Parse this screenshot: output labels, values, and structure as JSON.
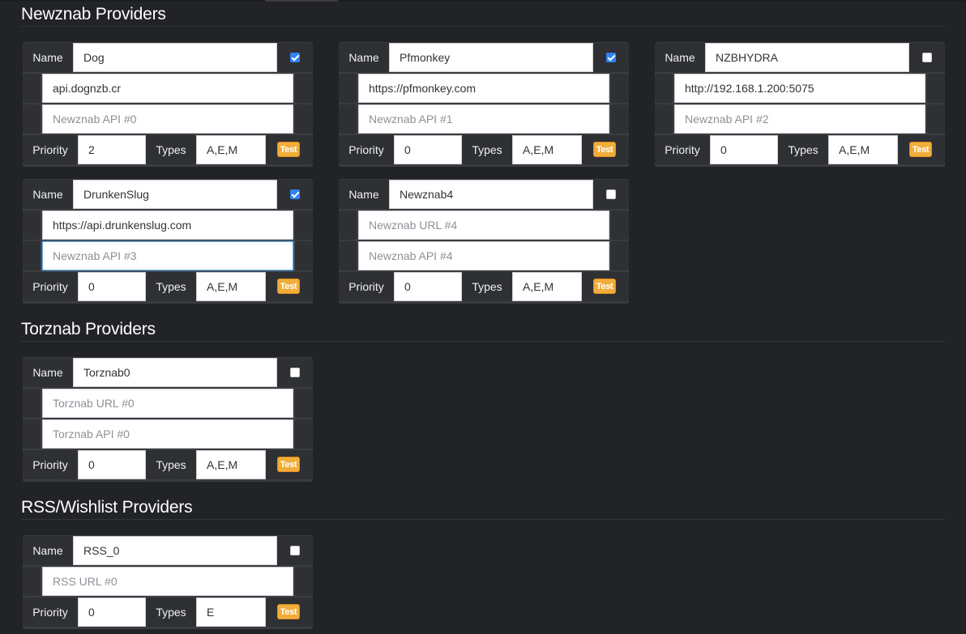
{
  "sections": {
    "newznab": {
      "title": "Newznab Providers"
    },
    "torznab": {
      "title": "Torznab Providers"
    },
    "rss": {
      "title": "RSS/Wishlist Providers"
    }
  },
  "labels": {
    "name": "Name",
    "priority": "Priority",
    "types": "Types",
    "test": "Test"
  },
  "newznab": [
    {
      "name": "Dog",
      "enabled": true,
      "url": "api.dognzb.cr",
      "url_is_placeholder": false,
      "api": "Newznab API #0",
      "api_is_placeholder": true,
      "priority": "2",
      "types": "A,E,M"
    },
    {
      "name": "Pfmonkey",
      "enabled": true,
      "url": "https://pfmonkey.com",
      "url_is_placeholder": false,
      "api": "Newznab API #1",
      "api_is_placeholder": true,
      "priority": "0",
      "types": "A,E,M"
    },
    {
      "name": "NZBHYDRA",
      "enabled": false,
      "url": "http://192.168.1.200:5075",
      "url_is_placeholder": false,
      "api": "Newznab API #2",
      "api_is_placeholder": true,
      "priority": "0",
      "types": "A,E,M"
    },
    {
      "name": "DrunkenSlug",
      "enabled": true,
      "url": "https://api.drunkenslug.com",
      "url_is_placeholder": false,
      "api": "Newznab API #3",
      "api_is_placeholder": true,
      "api_focused": true,
      "priority": "0",
      "types": "A,E,M"
    },
    {
      "name": "Newznab4",
      "enabled": false,
      "url": "Newznab URL #4",
      "url_is_placeholder": true,
      "api": "Newznab API #4",
      "api_is_placeholder": true,
      "priority": "0",
      "types": "A,E,M"
    }
  ],
  "torznab": [
    {
      "name": "Torznab0",
      "enabled": false,
      "url": "Torznab URL #0",
      "url_is_placeholder": true,
      "api": "Torznab API #0",
      "api_is_placeholder": true,
      "priority": "0",
      "types": "A,E,M"
    }
  ],
  "rss": [
    {
      "name": "RSS_0",
      "enabled": false,
      "url": "RSS URL #0",
      "url_is_placeholder": true,
      "priority": "0",
      "types": "E"
    }
  ],
  "colors": {
    "background": "#222326",
    "panel": "#3a3c40",
    "test_button": "#f0ad3a",
    "checkbox_on": "#2f83f5"
  }
}
